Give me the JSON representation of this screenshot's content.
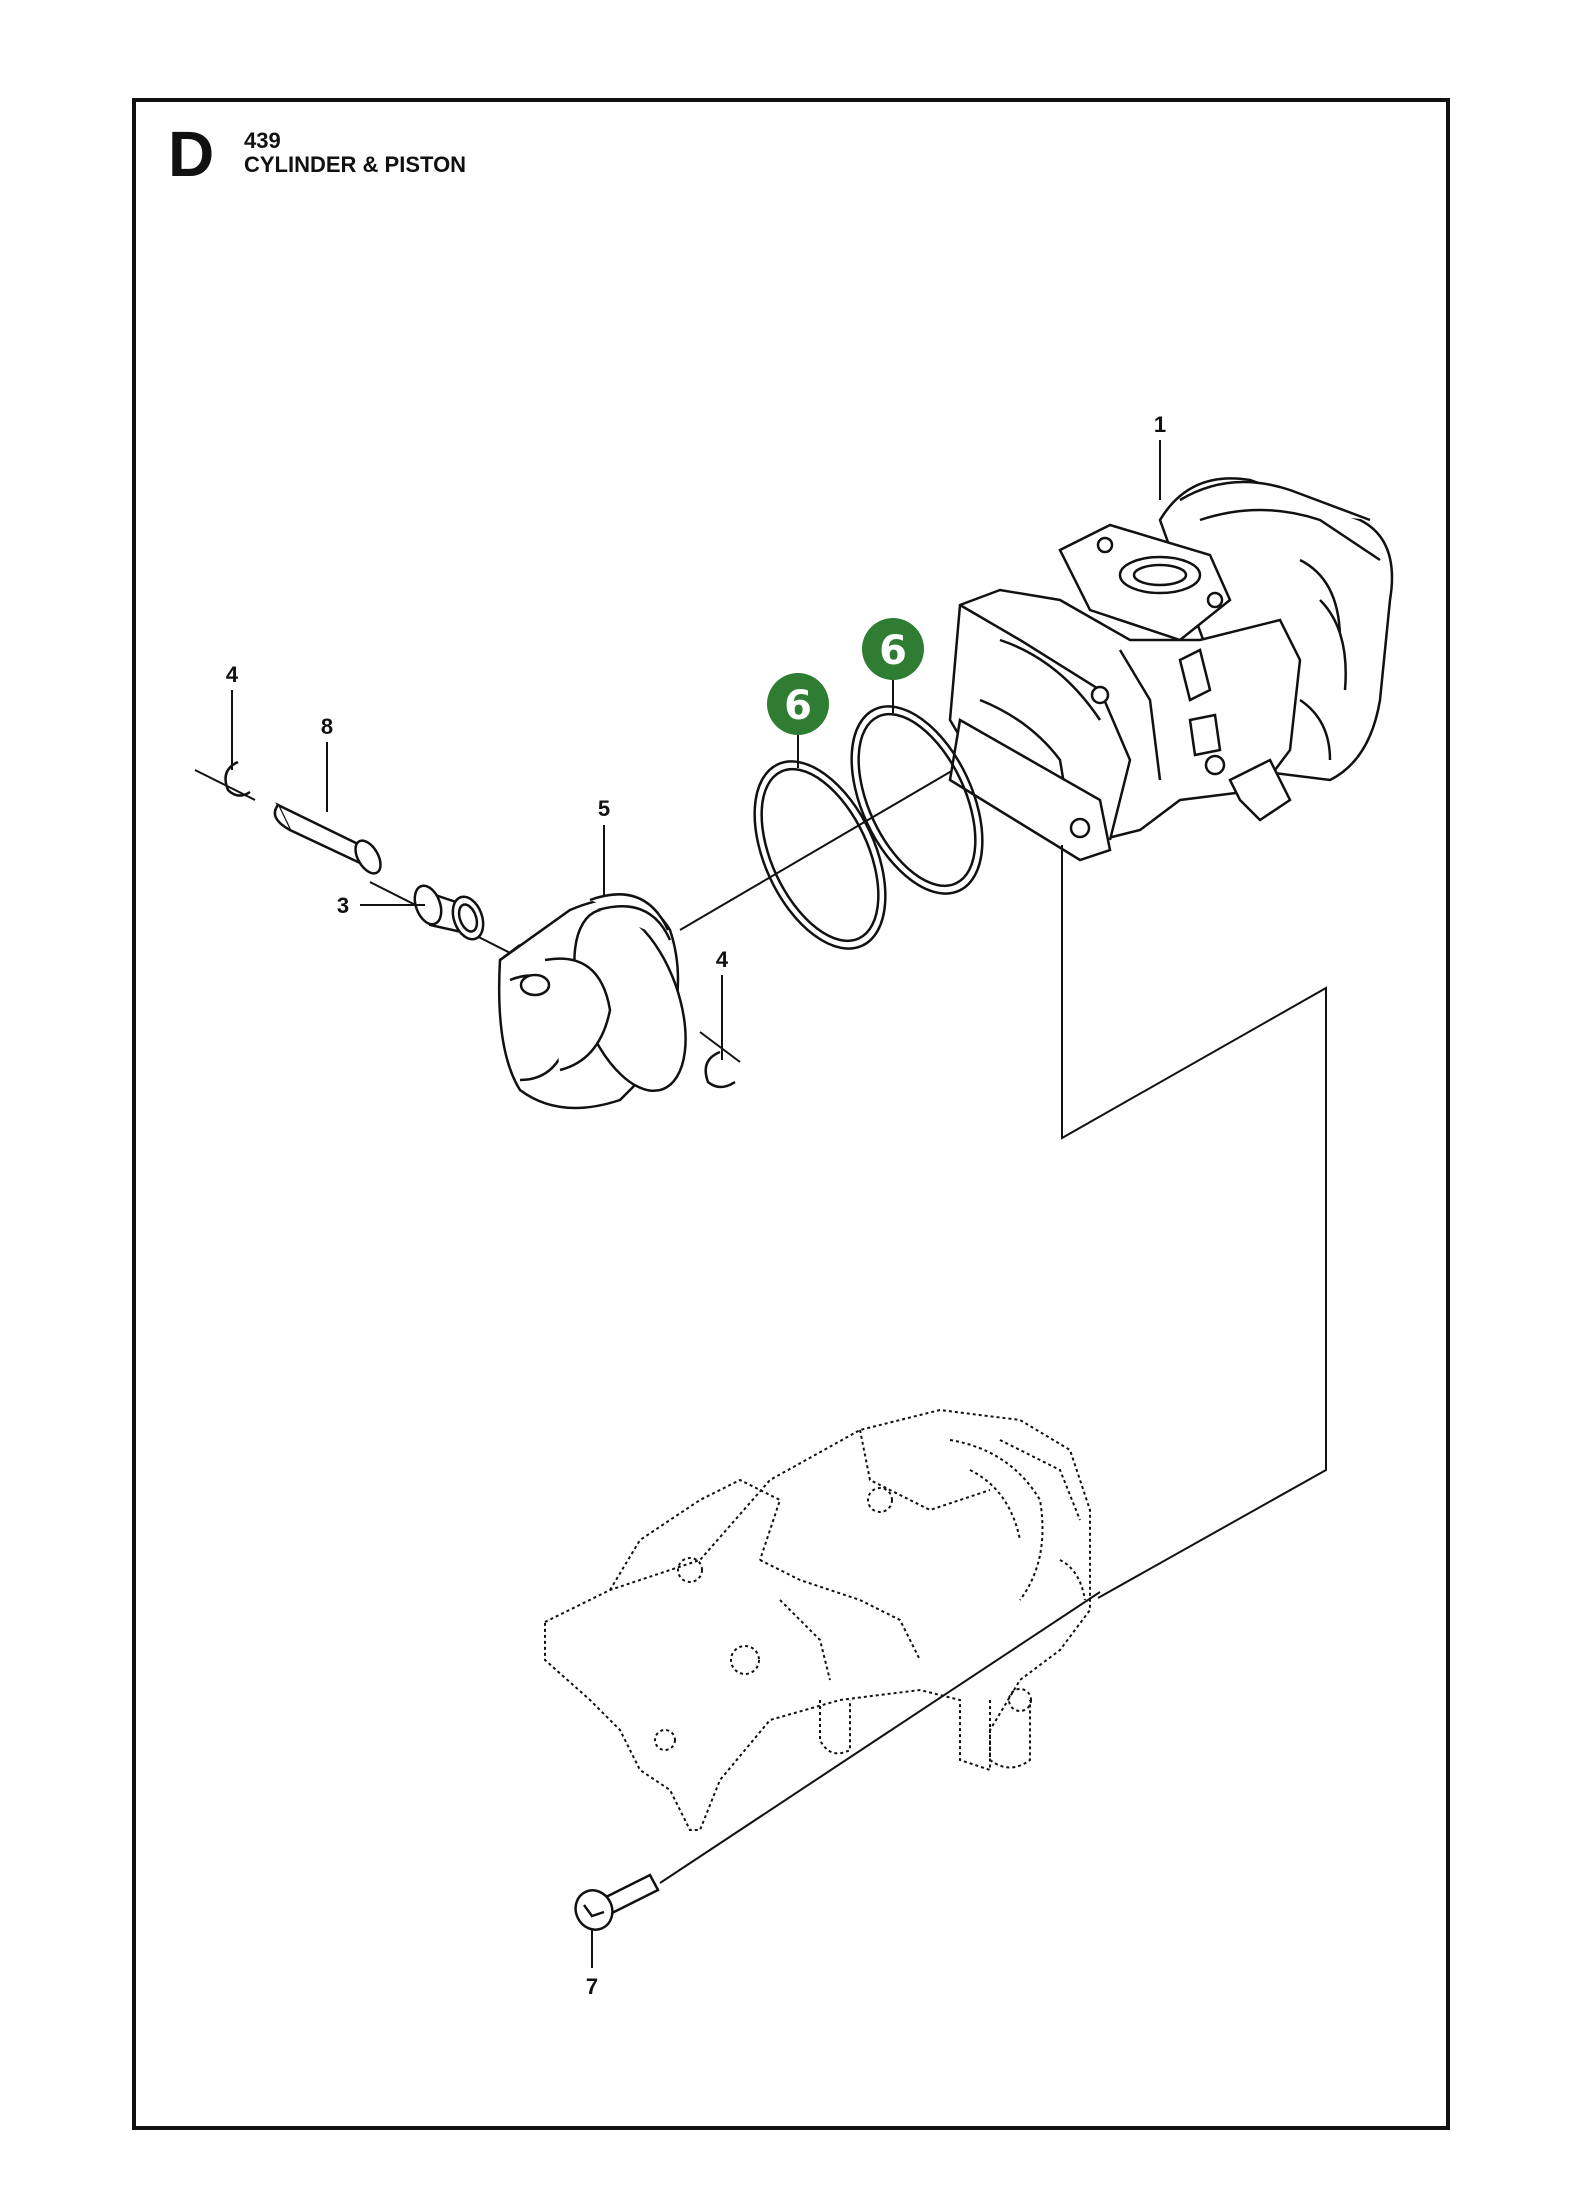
{
  "header": {
    "section_letter": "D",
    "model": "439",
    "title": "CYLINDER & PISTON"
  },
  "callouts": {
    "cylinder": "1",
    "piston_pin_bearing": "3",
    "circlip_left": "4",
    "circlip_right": "4",
    "piston": "5",
    "piston_ring_front": "6",
    "piston_ring_back": "6",
    "screw": "7",
    "piston_pin": "8"
  },
  "colors": {
    "highlight_badge": "#2e7d32",
    "line": "#111111"
  }
}
